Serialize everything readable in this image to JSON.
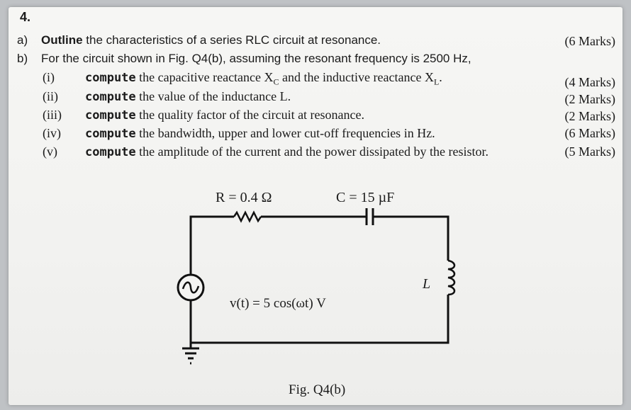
{
  "question": {
    "number": "4.",
    "a": {
      "letter": "a)",
      "verb": "Outline",
      "text": "the characteristics of a series RLC circuit at resonance.",
      "marks": "(6 Marks)"
    },
    "b": {
      "letter": "b)",
      "text": "For the circuit shown in Fig. Q4(b), assuming the resonant frequency is 2500 Hz,"
    },
    "parts": [
      {
        "num": "(i)",
        "verb": "compute",
        "text_before": "the capacitive reactance X",
        "sub1": "C",
        "text_mid": " and the inductive reactance X",
        "sub2": "L",
        "text_after": ".",
        "marks": "(4 Marks)"
      },
      {
        "num": "(ii)",
        "verb": "compute",
        "text": "the value of the inductance L.",
        "marks": "(2 Marks)"
      },
      {
        "num": "(iii)",
        "verb": "compute",
        "text": "the quality factor of the circuit at resonance.",
        "marks": "(2 Marks)"
      },
      {
        "num": "(iv)",
        "verb": "compute",
        "text": "the bandwidth, upper and lower cut-off frequencies in Hz.",
        "marks": "(6 Marks)"
      },
      {
        "num": "(v)",
        "verb": "compute",
        "text": "the amplitude of the current and the power dissipated by the resistor.",
        "marks": "(5 Marks)"
      }
    ]
  },
  "circuit": {
    "resistor_label": "R = 0.4 Ω",
    "capacitor_label": "C = 15 µF",
    "inductor_label": "L",
    "source_label": "v(t) = 5 cos(ωt) V",
    "caption": "Fig. Q4(b)"
  }
}
